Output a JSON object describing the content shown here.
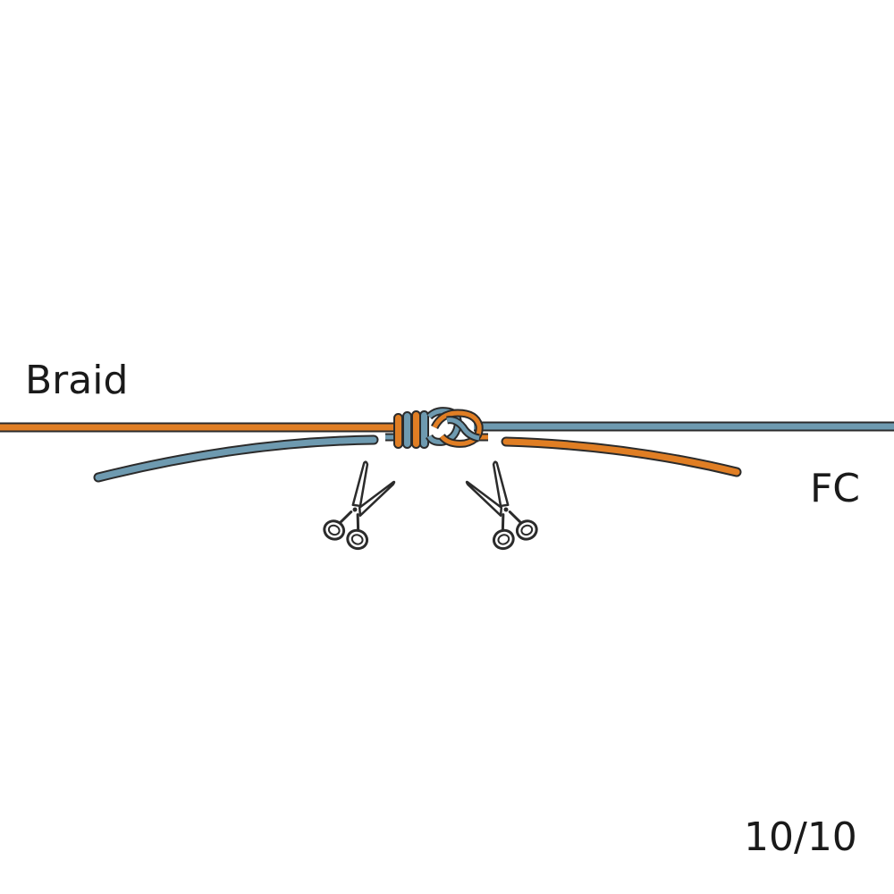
{
  "labels": {
    "braid": "Braid",
    "fc": "FC",
    "step": "10/10"
  },
  "colors": {
    "braid_line": "#E07E24",
    "fc_line": "#6E9AB0",
    "outline": "#2b2b2b",
    "text": "#1a1a1a",
    "background": "#ffffff"
  },
  "icons": [
    "scissors-icon",
    "scissors-icon"
  ]
}
